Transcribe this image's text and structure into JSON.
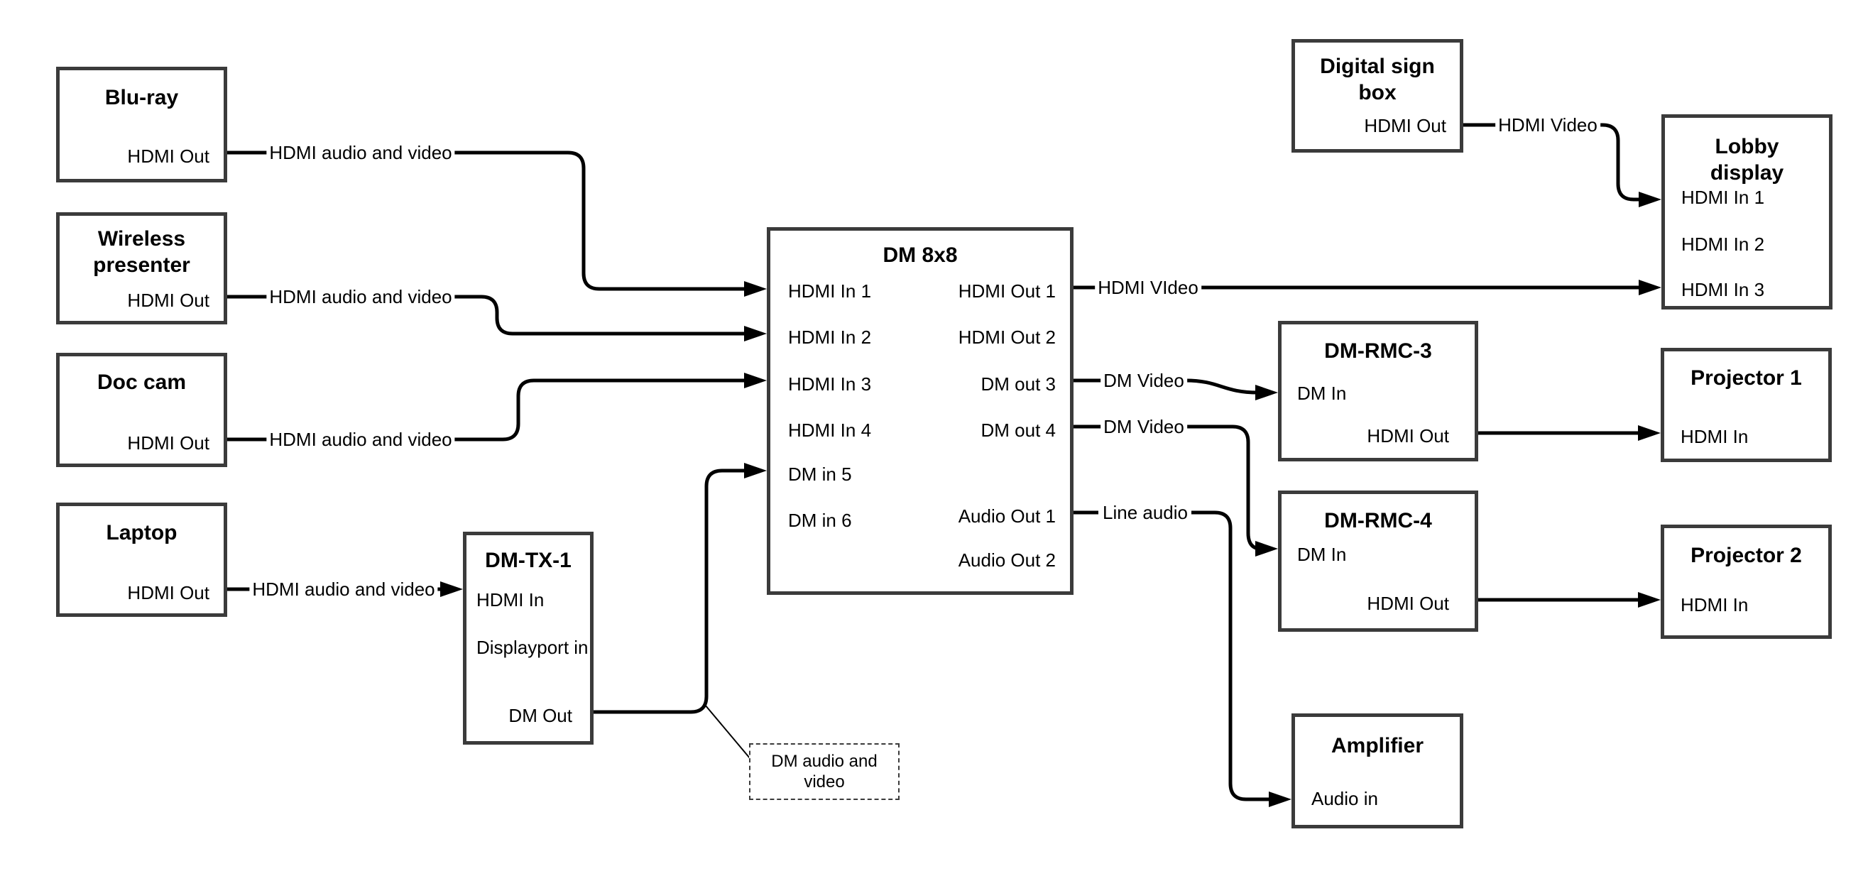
{
  "meta": {
    "colors": {
      "line": "#000000",
      "box_border": "#3b3b3b",
      "background": "#ffffff"
    }
  },
  "nodes": {
    "bluray": {
      "title": "Blu-ray",
      "port_hdmi_out": "HDMI Out"
    },
    "wireless": {
      "title1": "Wireless",
      "title2": "presenter",
      "port_hdmi_out": "HDMI Out"
    },
    "doccam": {
      "title": "Doc cam",
      "port_hdmi_out": "HDMI Out"
    },
    "laptop": {
      "title": "Laptop",
      "port_hdmi_out": "HDMI Out"
    },
    "dmtx1": {
      "title": "DM-TX-1",
      "port_hdmi_in": "HDMI In",
      "port_dp_in": "Displayport in",
      "port_dm_out": "DM Out"
    },
    "dm8x8": {
      "title": "DM 8x8",
      "inputs": [
        "HDMI In 1",
        "HDMI In 2",
        "HDMI In 3",
        "HDMI In 4",
        "DM in 5",
        "DM in 6"
      ],
      "outputs": [
        "HDMI Out 1",
        "HDMI Out 2",
        "DM out 3",
        "DM out 4",
        "Audio Out 1",
        "Audio Out 2"
      ]
    },
    "signbox": {
      "title1": "Digital sign",
      "title2": "box",
      "port_hdmi_out": "HDMI Out"
    },
    "lobby": {
      "title1": "Lobby",
      "title2": "display",
      "inputs": [
        "HDMI In 1",
        "HDMI In 2",
        "HDMI In 3"
      ]
    },
    "rmc3": {
      "title": "DM-RMC-3",
      "port_dm_in": "DM In",
      "port_hdmi_out": "HDMI Out"
    },
    "rmc4": {
      "title": "DM-RMC-4",
      "port_dm_in": "DM In",
      "port_hdmi_out": "HDMI Out"
    },
    "proj1": {
      "title": "Projector 1",
      "port_hdmi_in": "HDMI In"
    },
    "proj2": {
      "title": "Projector 2",
      "port_hdmi_in": "HDMI In"
    },
    "amp": {
      "title": "Amplifier",
      "port_audio_in": "Audio in"
    },
    "callout": {
      "line1": "DM audio and",
      "line2": "video"
    }
  },
  "wire_labels": {
    "bluray_cable": "HDMI audio and video",
    "wireless_cable": "HDMI audio and video",
    "doccam_cable": "HDMI audio and video",
    "laptop_cable": "HDMI audio and video",
    "hdmi_video_out1": "HDMI VIdeo",
    "dm_video_out3": "DM Video",
    "dm_video_out4": "DM Video",
    "line_audio": "Line audio",
    "sign_hdmi_video": "HDMI Video"
  }
}
